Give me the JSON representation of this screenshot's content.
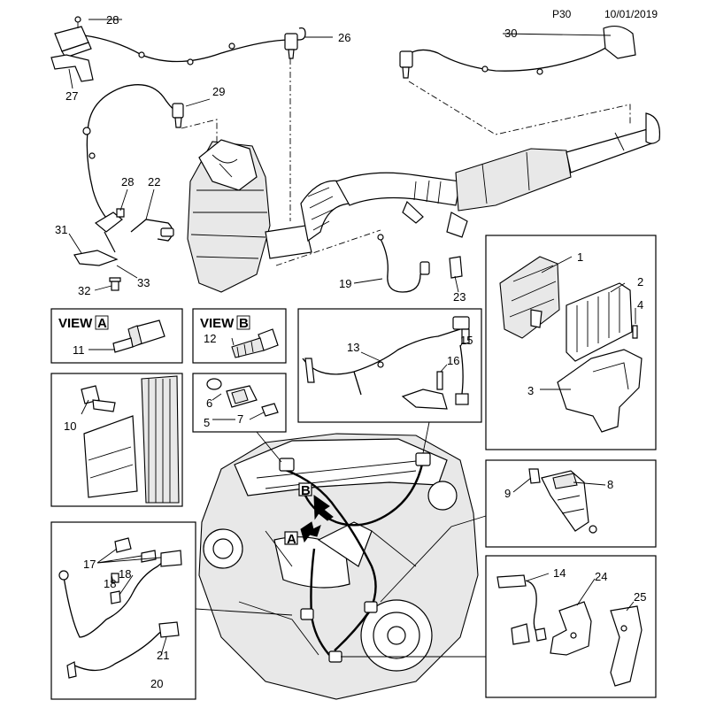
{
  "header": {
    "page": "P30",
    "date": "10/01/2019"
  },
  "views": {
    "a": {
      "word": "VIEW",
      "letter": "A"
    },
    "b": {
      "word": "VIEW",
      "letter": "B"
    }
  },
  "engine_markers": {
    "a": "A",
    "b": "B"
  },
  "callouts": {
    "c1": "1",
    "c2": "2",
    "c3": "3",
    "c4": "4",
    "c5": "5",
    "c6": "6",
    "c7": "7",
    "c8": "8",
    "c9": "9",
    "c10": "10",
    "c11": "11",
    "c12": "12",
    "c13": "13",
    "c14": "14",
    "c15": "15",
    "c16": "16",
    "c17": "17",
    "c18a": "18",
    "c18b": "18",
    "c19": "19",
    "c20": "20",
    "c21": "21",
    "c22": "22",
    "c23": "23",
    "c24": "24",
    "c25": "25",
    "c26": "26",
    "c27": "27",
    "c28a": "28",
    "c28b": "28",
    "c29": "29",
    "c30": "30",
    "c31": "31",
    "c32": "32",
    "c33": "33"
  }
}
